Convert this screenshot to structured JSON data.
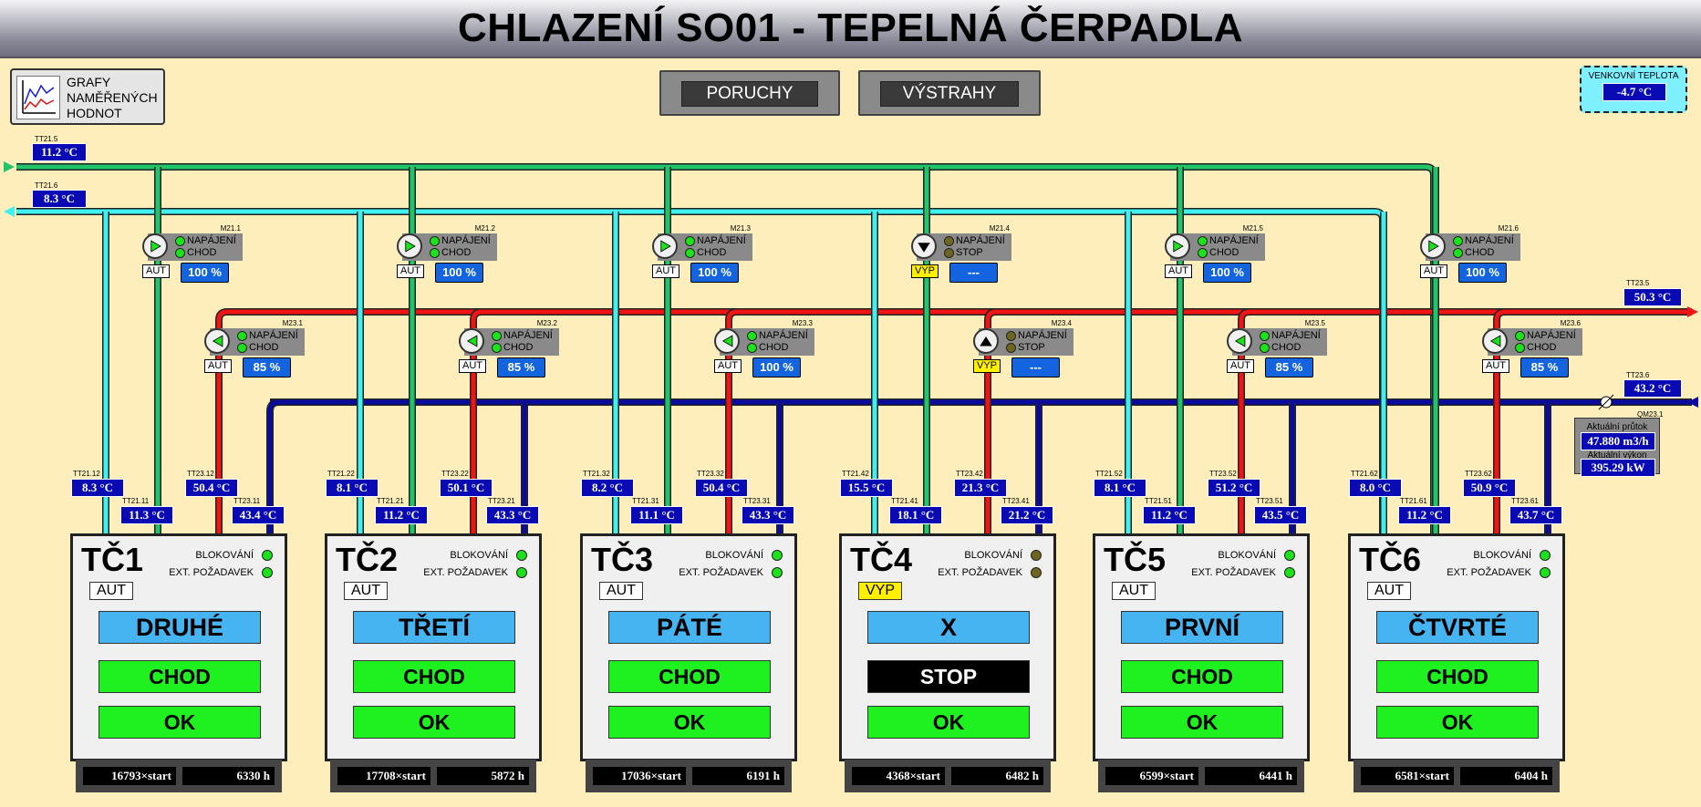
{
  "title": "CHLAZENÍ SO01 - TEPELNÁ ČERPADLA",
  "buttons": {
    "graphs": "GRAFY NAMĚŘENÝCH HODNOT",
    "faults": "PORUCHY",
    "warnings": "VÝSTRAHY"
  },
  "outdoor": {
    "label": "VENKOVNÍ TEPLOTA",
    "value": "-4.7 °C"
  },
  "colors": {
    "green_pipe": "#1fc46b",
    "cyan_pipe": "#3ff0ee",
    "red_pipe": "#f01414",
    "blue_pipe": "#0a0aa0",
    "background": "#fdeebc"
  },
  "headers": {
    "tt215": {
      "tag": "TT21.5",
      "value": "11.2 °C"
    },
    "tt216": {
      "tag": "TT21.6",
      "value": "8.3 °C"
    },
    "tt235": {
      "tag": "TT23.5",
      "value": "50.3 °C"
    },
    "tt236": {
      "tag": "TT23.6",
      "value": "43.2 °C"
    }
  },
  "flow": {
    "tag": "QM23.1",
    "flow_label": "Aktuální průtok",
    "flow_value": "47.880 m3/h",
    "power_label": "Aktuální výkon",
    "power_value": "395.29 kW"
  },
  "hp_labels": {
    "blocking": "BLOKOVÁNÍ",
    "ext_request": "EXT. POŽADAVEK",
    "supply": "NAPÁJENÍ"
  },
  "units": [
    {
      "name": "TČ1",
      "mode": "AUT",
      "order": "DRUHÉ",
      "state": "CHOD",
      "fault": "OK",
      "starts": "16793×start",
      "hours": "6330 h",
      "m21": {
        "tag": "M21.1",
        "status": "CHOD",
        "mode": "AUT",
        "speed": "100 %"
      },
      "m23": {
        "tag": "M23.1",
        "status": "CHOD",
        "mode": "AUT",
        "speed": "85 %"
      },
      "t_a": {
        "tag": "TT21.12",
        "value": "8.3 °C"
      },
      "t_b": {
        "tag": "TT21.11",
        "value": "11.3 °C"
      },
      "t_c": {
        "tag": "TT23.12",
        "value": "50.4 °C"
      },
      "t_d": {
        "tag": "TT23.11",
        "value": "43.4 °C"
      }
    },
    {
      "name": "TČ2",
      "mode": "AUT",
      "order": "TŘETÍ",
      "state": "CHOD",
      "fault": "OK",
      "starts": "17708×start",
      "hours": "5872 h",
      "m21": {
        "tag": "M21.2",
        "status": "CHOD",
        "mode": "AUT",
        "speed": "100 %"
      },
      "m23": {
        "tag": "M23.2",
        "status": "CHOD",
        "mode": "AUT",
        "speed": "85 %"
      },
      "t_a": {
        "tag": "TT21.22",
        "value": "8.1 °C"
      },
      "t_b": {
        "tag": "TT21.21",
        "value": "11.2 °C"
      },
      "t_c": {
        "tag": "TT23.22",
        "value": "50.1 °C"
      },
      "t_d": {
        "tag": "TT23.21",
        "value": "43.3 °C"
      }
    },
    {
      "name": "TČ3",
      "mode": "AUT",
      "order": "PÁTÉ",
      "state": "CHOD",
      "fault": "OK",
      "starts": "17036×start",
      "hours": "6191 h",
      "m21": {
        "tag": "M21.3",
        "status": "CHOD",
        "mode": "AUT",
        "speed": "100 %"
      },
      "m23": {
        "tag": "M23.3",
        "status": "CHOD",
        "mode": "AUT",
        "speed": "100 %"
      },
      "t_a": {
        "tag": "TT21.32",
        "value": "8.2 °C"
      },
      "t_b": {
        "tag": "TT21.31",
        "value": "11.1 °C"
      },
      "t_c": {
        "tag": "TT23.32",
        "value": "50.4 °C"
      },
      "t_d": {
        "tag": "TT23.31",
        "value": "43.3 °C"
      }
    },
    {
      "name": "TČ4",
      "mode": "VYP",
      "order": "X",
      "state": "STOP",
      "fault": "OK",
      "starts": "4368×start",
      "hours": "6482 h",
      "m21": {
        "tag": "M21.4",
        "status": "STOP",
        "mode": "VYP",
        "speed": "---"
      },
      "m23": {
        "tag": "M23.4",
        "status": "STOP",
        "mode": "VYP",
        "speed": "---"
      },
      "t_a": {
        "tag": "TT21.42",
        "value": "15.5 °C"
      },
      "t_b": {
        "tag": "TT21.41",
        "value": "18.1 °C"
      },
      "t_c": {
        "tag": "TT23.42",
        "value": "21.3 °C"
      },
      "t_d": {
        "tag": "TT23.41",
        "value": "21.2 °C"
      }
    },
    {
      "name": "TČ5",
      "mode": "AUT",
      "order": "PRVNÍ",
      "state": "CHOD",
      "fault": "OK",
      "starts": "6599×start",
      "hours": "6441 h",
      "m21": {
        "tag": "M21.5",
        "status": "CHOD",
        "mode": "AUT",
        "speed": "100 %"
      },
      "m23": {
        "tag": "M23.5",
        "status": "CHOD",
        "mode": "AUT",
        "speed": "85 %"
      },
      "t_a": {
        "tag": "TT21.52",
        "value": "8.1 °C"
      },
      "t_b": {
        "tag": "TT21.51",
        "value": "11.2 °C"
      },
      "t_c": {
        "tag": "TT23.52",
        "value": "51.2 °C"
      },
      "t_d": {
        "tag": "TT23.51",
        "value": "43.5 °C"
      }
    },
    {
      "name": "TČ6",
      "mode": "AUT",
      "order": "ČTVRTÉ",
      "state": "CHOD",
      "fault": "OK",
      "starts": "6581×start",
      "hours": "6404 h",
      "m21": {
        "tag": "M21.6",
        "status": "CHOD",
        "mode": "AUT",
        "speed": "100 %"
      },
      "m23": {
        "tag": "M23.6",
        "status": "CHOD",
        "mode": "AUT",
        "speed": "85 %"
      },
      "t_a": {
        "tag": "TT21.62",
        "value": "8.0 °C"
      },
      "t_b": {
        "tag": "TT21.61",
        "value": "11.2 °C"
      },
      "t_c": {
        "tag": "TT23.62",
        "value": "50.9 °C"
      },
      "t_d": {
        "tag": "TT23.61",
        "value": "43.7 °C"
      }
    }
  ]
}
